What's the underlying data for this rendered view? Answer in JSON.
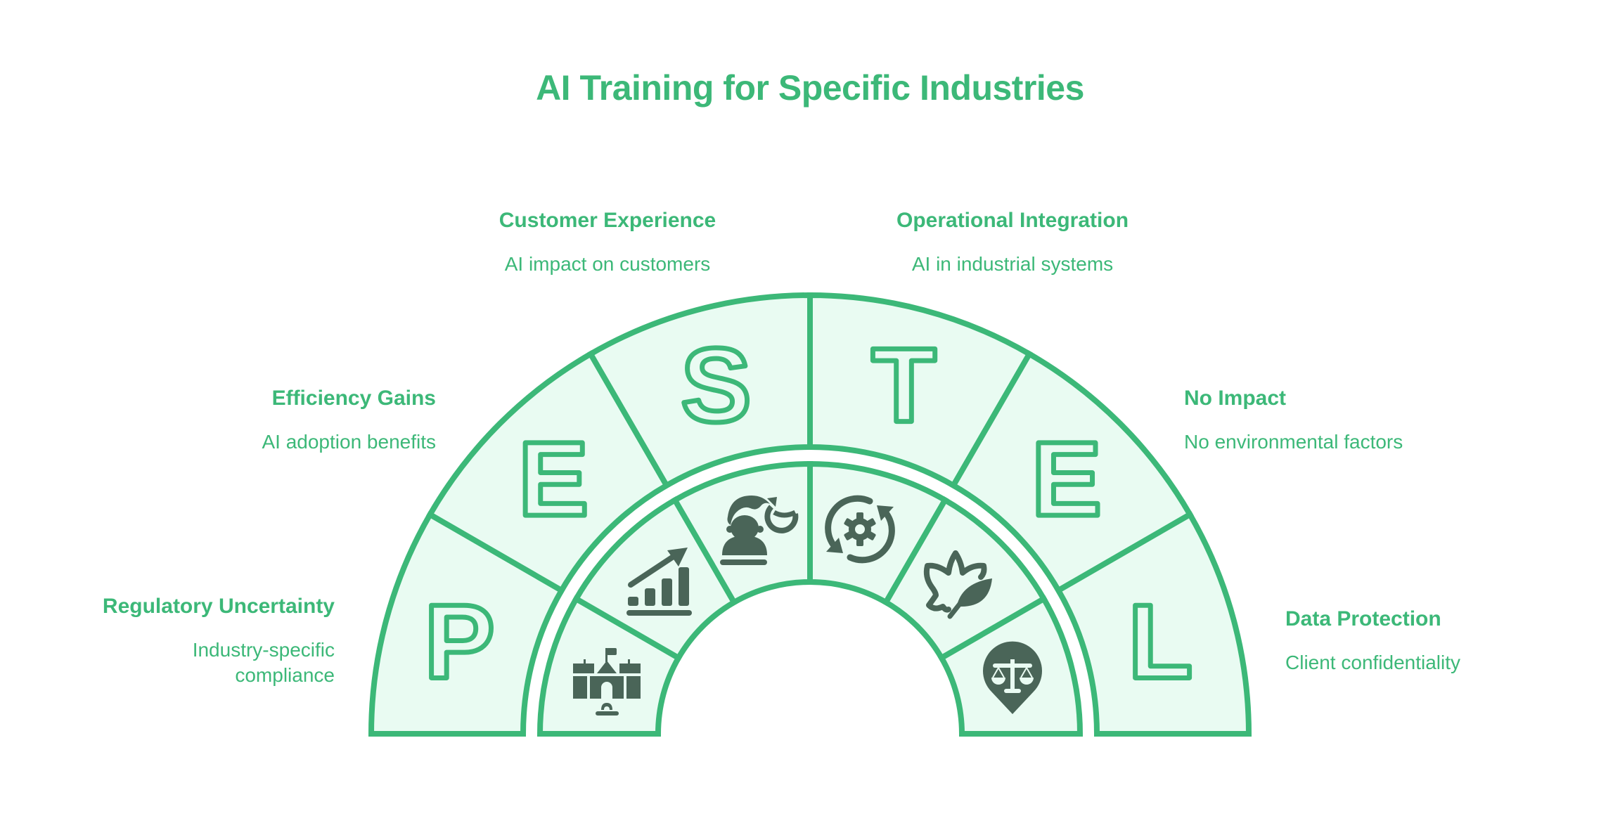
{
  "title": "AI Training for Specific Industries",
  "colors": {
    "accent": "#3cb878",
    "fill": "#e9fbf2",
    "icon": "#4a6558",
    "background": "#ffffff"
  },
  "segments": [
    {
      "letter": "P",
      "heading": "Regulatory Uncertainty",
      "description": "Industry-specific compliance",
      "icon": "government-building-icon"
    },
    {
      "letter": "E",
      "heading": "Efficiency Gains",
      "description": "AI adoption benefits",
      "icon": "growth-chart-icon"
    },
    {
      "letter": "S",
      "heading": "Customer Experience",
      "description": "AI impact on customers",
      "icon": "customer-service-icon"
    },
    {
      "letter": "T",
      "heading": "Operational Integration",
      "description": "AI in industrial systems",
      "icon": "gear-cycle-icon"
    },
    {
      "letter": "E",
      "heading": "No Impact",
      "description": "No environmental factors",
      "icon": "leaf-icon"
    },
    {
      "letter": "L",
      "heading": "Data Protection",
      "description": "Client confidentiality",
      "icon": "legal-scales-pin-icon"
    }
  ]
}
